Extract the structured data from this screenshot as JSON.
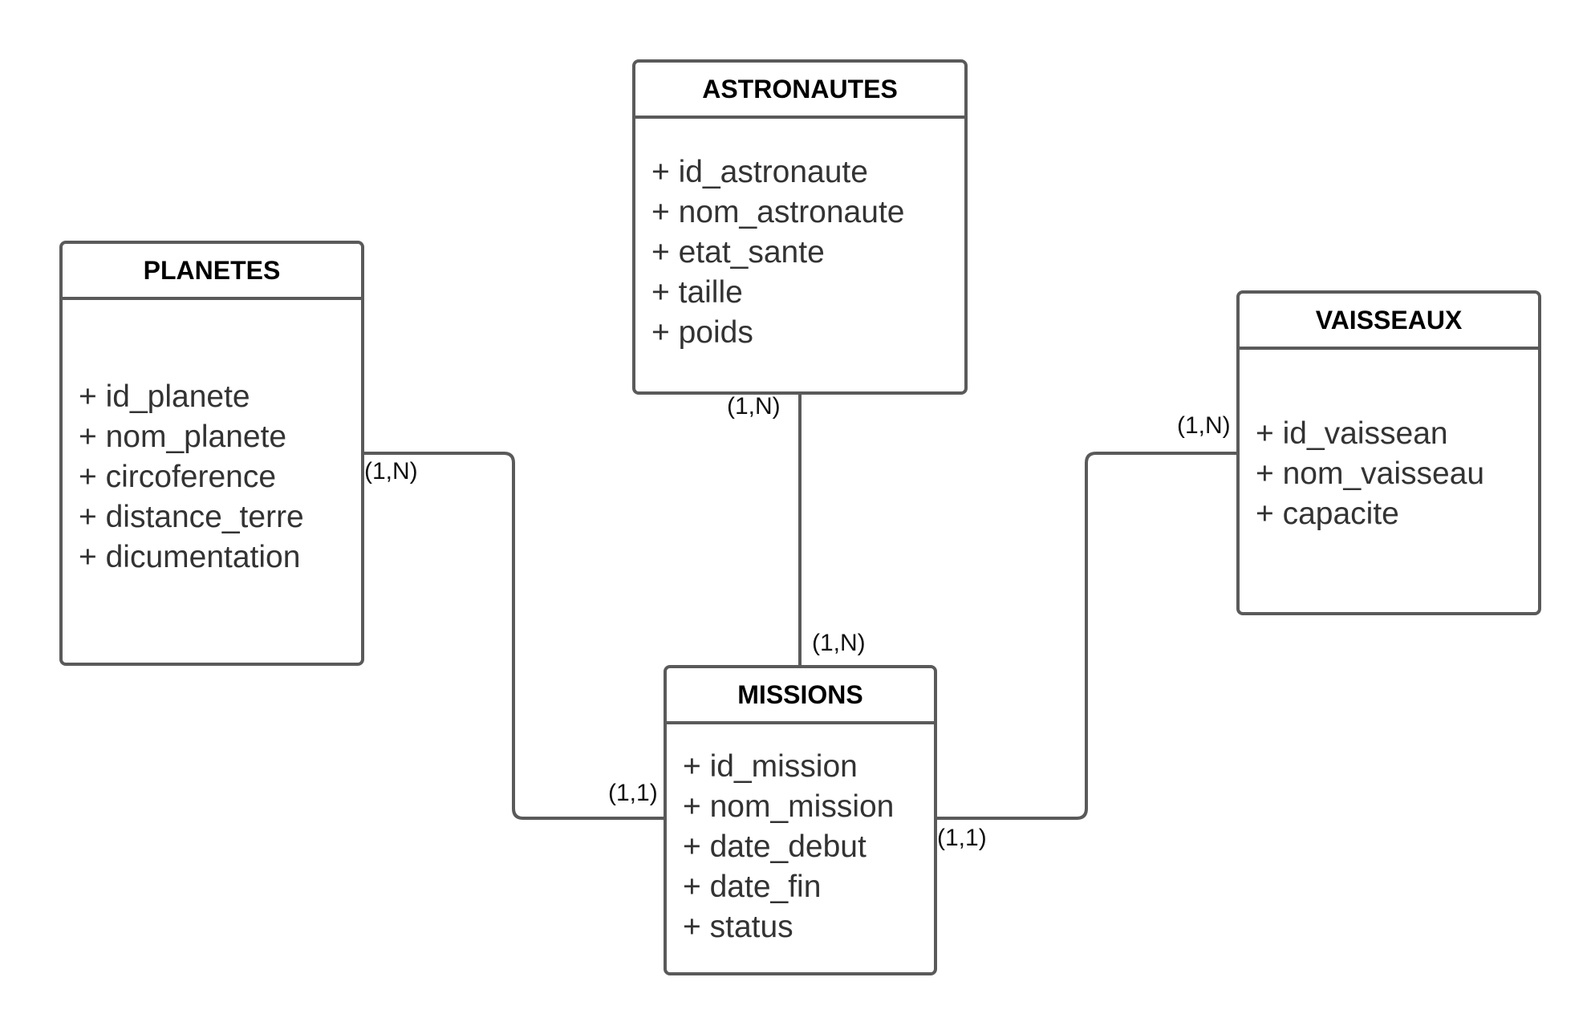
{
  "entities": {
    "astronautes": {
      "title": "ASTRONAUTES",
      "attributes": [
        "+ id_astronaute",
        "+ nom_astronaute",
        "+ etat_sante",
        "+ taille",
        "+ poids"
      ]
    },
    "planetes": {
      "title": "PLANETES",
      "attributes": [
        "+ id_planete",
        "+ nom_planete",
        "+ circoference",
        "+ distance_terre",
        "+ dicumentation"
      ]
    },
    "vaisseaux": {
      "title": "VAISSEAUX",
      "attributes": [
        "+ id_vaissean",
        "+ nom_vaisseau",
        "+ capacite"
      ]
    },
    "missions": {
      "title": "MISSIONS",
      "attributes": [
        "+ id_mission",
        "+ nom_mission",
        "+ date_debut",
        "+ date_fin",
        "+ status"
      ]
    }
  },
  "relationships": [
    {
      "from": "astronautes",
      "to": "missions",
      "from_cardinality": "(1,N)",
      "to_cardinality": "(1,N)"
    },
    {
      "from": "planetes",
      "to": "missions",
      "from_cardinality": "(1,N)",
      "to_cardinality": "(1,1)"
    },
    {
      "from": "vaisseaux",
      "to": "missions",
      "from_cardinality": "(1,N)",
      "to_cardinality": "(1,1)"
    }
  ]
}
